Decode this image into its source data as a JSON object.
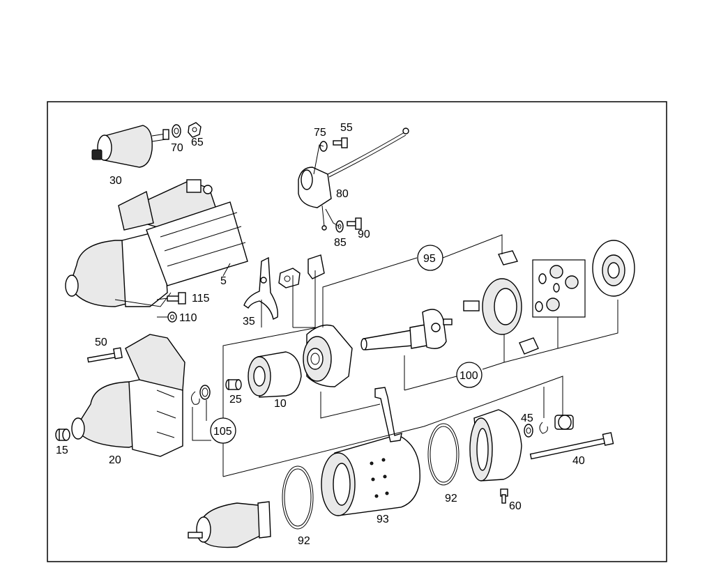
{
  "labels": {
    "p5": "5",
    "p10": "10",
    "p15": "15",
    "p20": "20",
    "p25": "25",
    "p30": "30",
    "p35": "35",
    "p40": "40",
    "p45": "45",
    "p50": "50",
    "p55": "55",
    "p60": "60",
    "p65": "65",
    "p70": "70",
    "p75": "75",
    "p80": "80",
    "p85": "85",
    "p90": "90",
    "p92a": "92",
    "p92b": "92",
    "p93": "93",
    "p95": "95",
    "p100": "100",
    "p105": "105",
    "p110": "110",
    "p115": "115"
  }
}
